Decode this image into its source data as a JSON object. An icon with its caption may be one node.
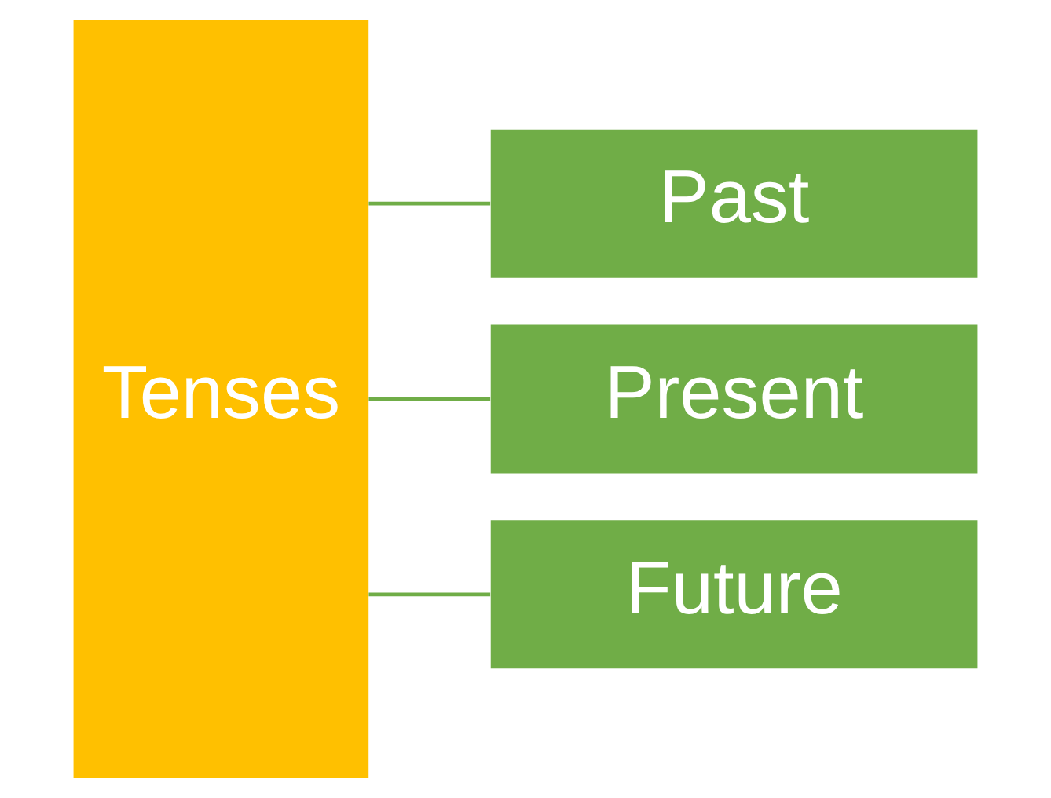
{
  "diagram": {
    "nodes": [
      {
        "text": [
          "Tenses"
        ]
      },
      {
        "text": [
          "Past"
        ]
      },
      {
        "text": [
          "Present"
        ]
      },
      {
        "text": [
          "Future"
        ]
      }
    ],
    "edges": [
      {
        "from": 0,
        "to": 1,
        "arrow": "none"
      },
      {
        "from": 0,
        "to": 2,
        "arrow": "none"
      },
      {
        "from": 0,
        "to": 3,
        "arrow": "none"
      }
    ]
  }
}
